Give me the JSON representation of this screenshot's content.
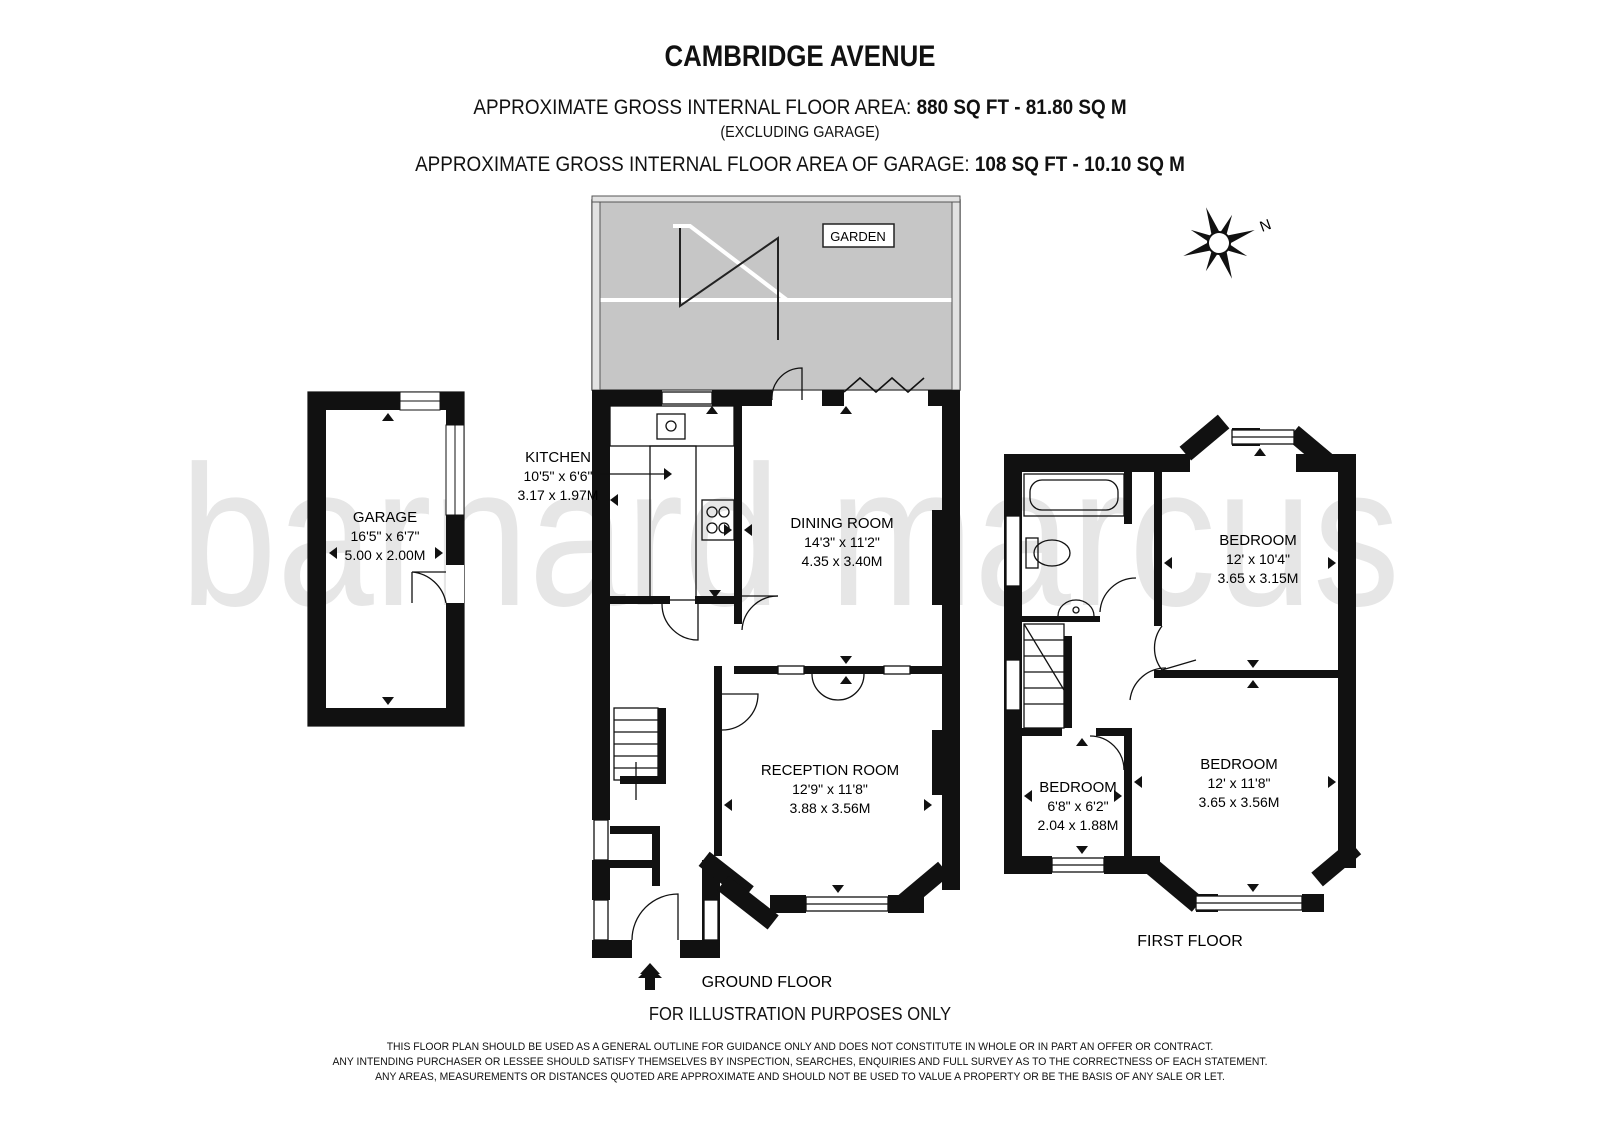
{
  "header": {
    "title": "CAMBRIDGE AVENUE",
    "area_main_label": "APPROXIMATE GROSS INTERNAL FLOOR AREA:",
    "area_main_value": "880 SQ FT  -  81.80 SQ M",
    "area_main_note": "(EXCLUDING GARAGE)",
    "area_garage_label": "APPROXIMATE GROSS INTERNAL FLOOR AREA OF GARAGE:",
    "area_garage_value": "108 SQ FT  -  10.10 SQ M"
  },
  "watermark": "barnard marcus",
  "compass": {
    "label": "N"
  },
  "garden": {
    "label": "GARDEN"
  },
  "garage": {
    "name": "GARAGE",
    "imperial": "16'5\" x 6'7\"",
    "metric": "5.00 x 2.00M"
  },
  "ground_floor": {
    "label": "GROUND FLOOR",
    "rooms": {
      "kitchen": {
        "name": "KITCHEN",
        "imperial": "10'5\" x 6'6\"",
        "metric": "3.17 x 1.97M"
      },
      "dining": {
        "name": "DINING ROOM",
        "imperial": "14'3\" x 11'2\"",
        "metric": "4.35 x 3.40M"
      },
      "reception": {
        "name": "RECEPTION ROOM",
        "imperial": "12'9\" x 11'8\"",
        "metric": "3.88 x 3.56M"
      }
    }
  },
  "first_floor": {
    "label": "FIRST FLOOR",
    "rooms": {
      "bedroom_rear": {
        "name": "BEDROOM",
        "imperial": "12' x 10'4\"",
        "metric": "3.65 x 3.15M"
      },
      "bedroom_front": {
        "name": "BEDROOM",
        "imperial": "12' x 11'8\"",
        "metric": "3.65 x 3.56M"
      },
      "bedroom_small": {
        "name": "BEDROOM",
        "imperial": "6'8\" x 6'2\"",
        "metric": "2.04 x 1.88M"
      }
    }
  },
  "footer": {
    "illustration_note": "FOR ILLUSTRATION PURPOSES ONLY",
    "disclaimer_1": "THIS FLOOR PLAN SHOULD BE USED AS A GENERAL OUTLINE FOR GUIDANCE ONLY AND DOES NOT CONSTITUTE IN WHOLE OR IN PART AN OFFER OR CONTRACT.",
    "disclaimer_2": "ANY INTENDING PURCHASER OR LESSEE SHOULD SATISFY THEMSELVES BY INSPECTION, SEARCHES, ENQUIRIES AND FULL SURVEY AS TO THE CORRECTNESS OF EACH STATEMENT.",
    "disclaimer_3": "ANY AREAS, MEASUREMENTS OR DISTANCES QUOTED ARE APPROXIMATE AND SHOULD NOT BE USED TO VALUE A PROPERTY OR BE THE BASIS OF ANY SALE OR LET."
  }
}
